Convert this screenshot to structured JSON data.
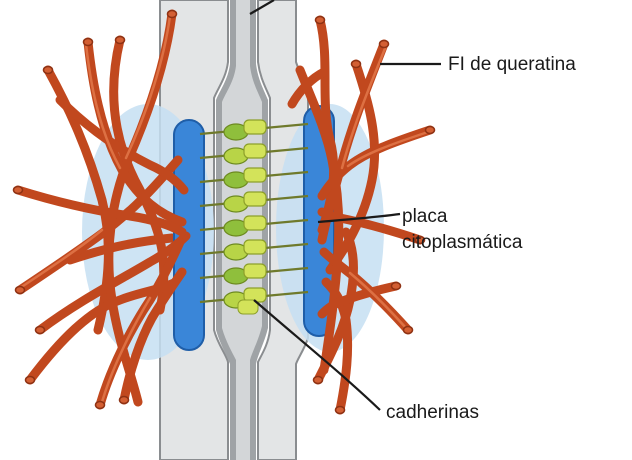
{
  "labels": {
    "keratin": "FI de queratina",
    "plaque_line1": "placa",
    "plaque_line2": "citoplasmática",
    "cadherins": "cadherinas"
  },
  "colors": {
    "membrane": "#e3e5e6",
    "membrane_edge": "#8a8d90",
    "plaque_zone": "#c6dff2",
    "plaque": "#3a86d8",
    "cadherin": "#c9de4e",
    "keratin": "#c1481e"
  }
}
